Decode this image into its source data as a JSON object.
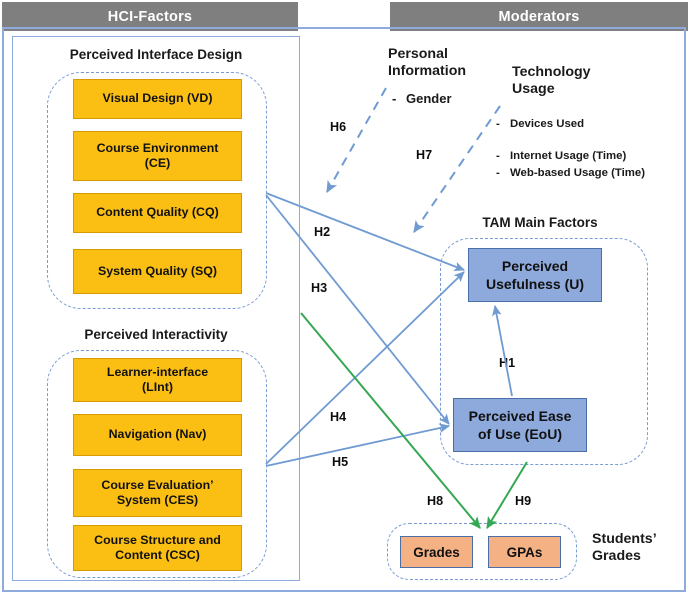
{
  "headers": {
    "left": "HCI-Factors",
    "right": "Moderators"
  },
  "hci": {
    "design_group": {
      "title": "Perceived Interface Design",
      "items": [
        "Visual Design (VD)",
        "Course Environment\n(CE)",
        "Content Quality    (CQ)",
        "System Quality  (SQ)"
      ]
    },
    "interactivity_group": {
      "title": "Perceived Interactivity",
      "items": [
        "Learner-interface\n(LInt)",
        "Navigation     (Nav)",
        "Course Evaluation’\nSystem (CES)",
        "Course Structure and\nContent  (CSC)"
      ]
    }
  },
  "moderators": {
    "personal_information": {
      "title": "Personal\nInformation",
      "items": [
        "Gender"
      ]
    },
    "technology_usage": {
      "title": "Technology\nUsage",
      "items": [
        "Devices Used",
        "Internet Usage (Time)",
        "Web-based Usage (Time)"
      ]
    }
  },
  "tam": {
    "title": "TAM Main Factors",
    "usefulness": "Perceived\nUsefulness (U)",
    "ease_of_use": "Perceived Ease\nof Use (EoU)"
  },
  "students_grades": {
    "title": "Students’\nGrades",
    "items": [
      "Grades",
      "GPAs"
    ]
  },
  "hypotheses": {
    "h1": "H1",
    "h2": "H2",
    "h3": "H3",
    "h4": "H4",
    "h5": "H5",
    "h6": "H6",
    "h7": "H7",
    "h8": "H8",
    "h9": "H9"
  },
  "colors": {
    "header_gray": "#7f7f7f",
    "panel_blue": "#8faadc",
    "factor_yellow": "#fbbf14",
    "tam_blue": "#8ea9db",
    "grades_orange": "#f4b183",
    "arrow_blue": "#6f9bd1",
    "arrow_green": "#34a853",
    "dashed_blue": "#7a9cd4"
  }
}
